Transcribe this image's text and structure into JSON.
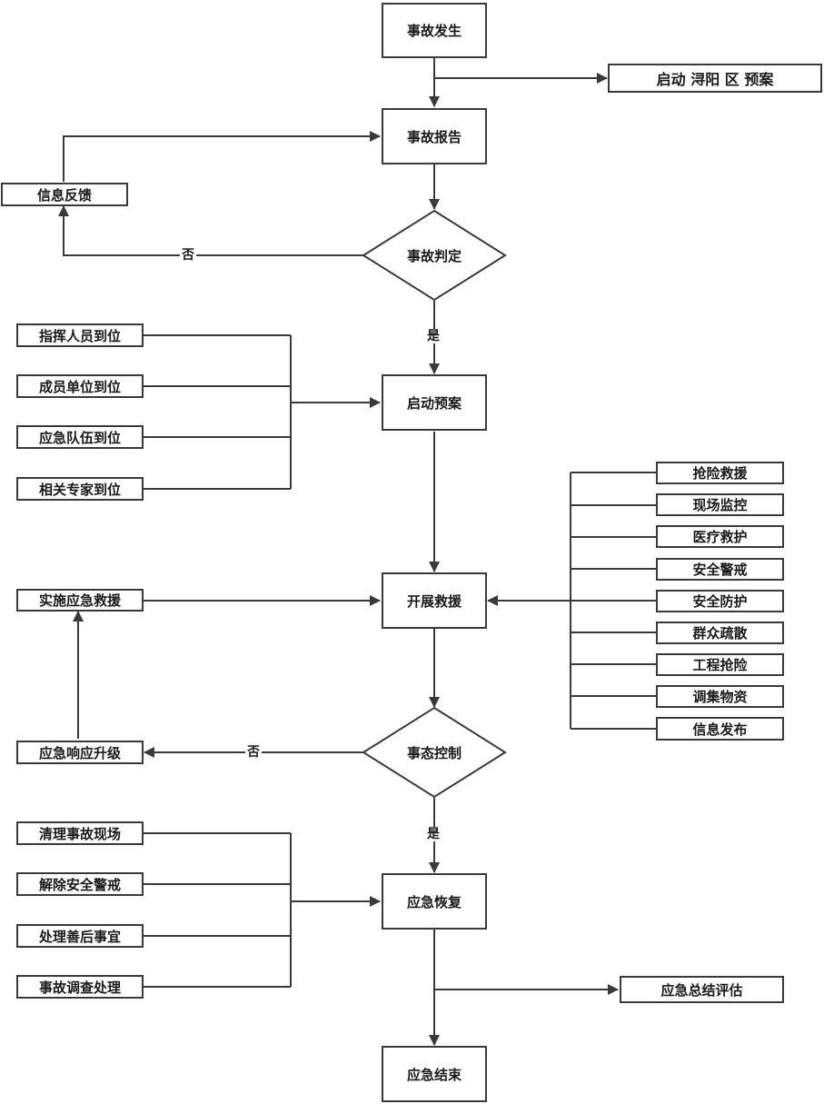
{
  "nodes": {
    "start": "事故发生",
    "district_plan": "启动 浔阳 区 预案",
    "report": "事故报告",
    "feedback": "信息反馈",
    "judge": "事故判定",
    "launch_plan": "启动预案",
    "rescue": "开展救援",
    "implement_rescue": "实施应急救援",
    "situation_control": "事态控制",
    "escalate": "应急响应升级",
    "recovery": "应急恢复",
    "summary": "应急总结评估",
    "end": "应急结束"
  },
  "left_inputs_launch": [
    "指挥人员到位",
    "成员单位到位",
    "应急队伍到位",
    "相关专家到位"
  ],
  "right_inputs_rescue": [
    "抢险救援",
    "现场监控",
    "医疗救护",
    "安全警戒",
    "安全防护",
    "群众疏散",
    "工程抢险",
    "调集物资",
    "信息发布"
  ],
  "left_inputs_recovery": [
    "清理事故现场",
    "解除安全警戒",
    "处理善后事宜",
    "事故调查处理"
  ],
  "edge_labels": {
    "judge_no": "否",
    "judge_yes": "是",
    "control_no": "否",
    "control_yes": "是"
  },
  "colors": {
    "line": "#3a3a3a",
    "text": "#1a1a1a",
    "background": "#ffffff"
  }
}
